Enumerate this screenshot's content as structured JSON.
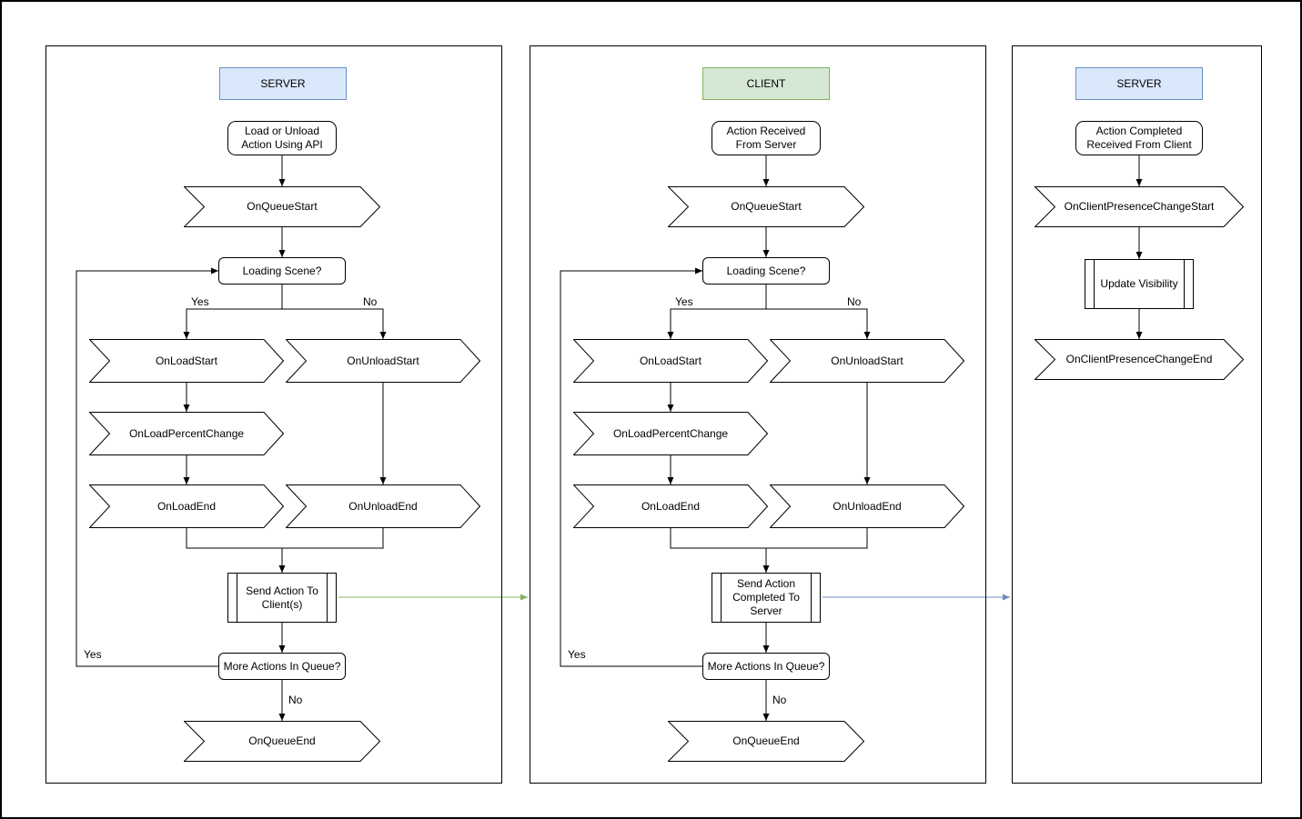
{
  "diagram": {
    "colors": {
      "server_header_fill": "#dae8fc",
      "server_header_border": "#6c8ebf",
      "client_header_fill": "#d5e8d4",
      "client_header_border": "#82b366",
      "server_to_client_arrow": "#82b366",
      "client_to_server_arrow": "#6c8ebf",
      "shape_stroke": "#000000",
      "shape_fill": "#ffffff"
    },
    "server_queue": {
      "title": "SERVER",
      "start": "Load or Unload\nAction Using API",
      "on_queue_start": "OnQueueStart",
      "loading_scene": "Loading Scene?",
      "yes_label": "Yes",
      "no_label": "No",
      "on_load_start": "OnLoadStart",
      "on_unload_start": "OnUnloadStart",
      "on_load_percent_change": "OnLoadPercentChange",
      "on_load_end": "OnLoadEnd",
      "on_unload_end": "OnUnloadEnd",
      "send_action": "Send Action To\nClient(s)",
      "more_actions": "More Actions In Queue?",
      "loop_yes_label": "Yes",
      "queue_no_label": "No",
      "on_queue_end": "OnQueueEnd"
    },
    "client_queue": {
      "title": "CLIENT",
      "start": "Action Received\nFrom Server",
      "on_queue_start": "OnQueueStart",
      "loading_scene": "Loading Scene?",
      "yes_label": "Yes",
      "no_label": "No",
      "on_load_start": "OnLoadStart",
      "on_unload_start": "OnUnloadStart",
      "on_load_percent_change": "OnLoadPercentChange",
      "on_load_end": "OnLoadEnd",
      "on_unload_end": "OnUnloadEnd",
      "send_action": "Send Action\nCompleted To\nServer",
      "more_actions": "More Actions In Queue?",
      "loop_yes_label": "Yes",
      "queue_no_label": "No",
      "on_queue_end": "OnQueueEnd"
    },
    "server_presence": {
      "title": "SERVER",
      "start": "Action Completed\nReceived From Client",
      "on_client_presence_change_start": "OnClientPresenceChangeStart",
      "update_visibility": "Update Visibility",
      "on_client_presence_change_end": "OnClientPresenceChangeEnd"
    }
  }
}
